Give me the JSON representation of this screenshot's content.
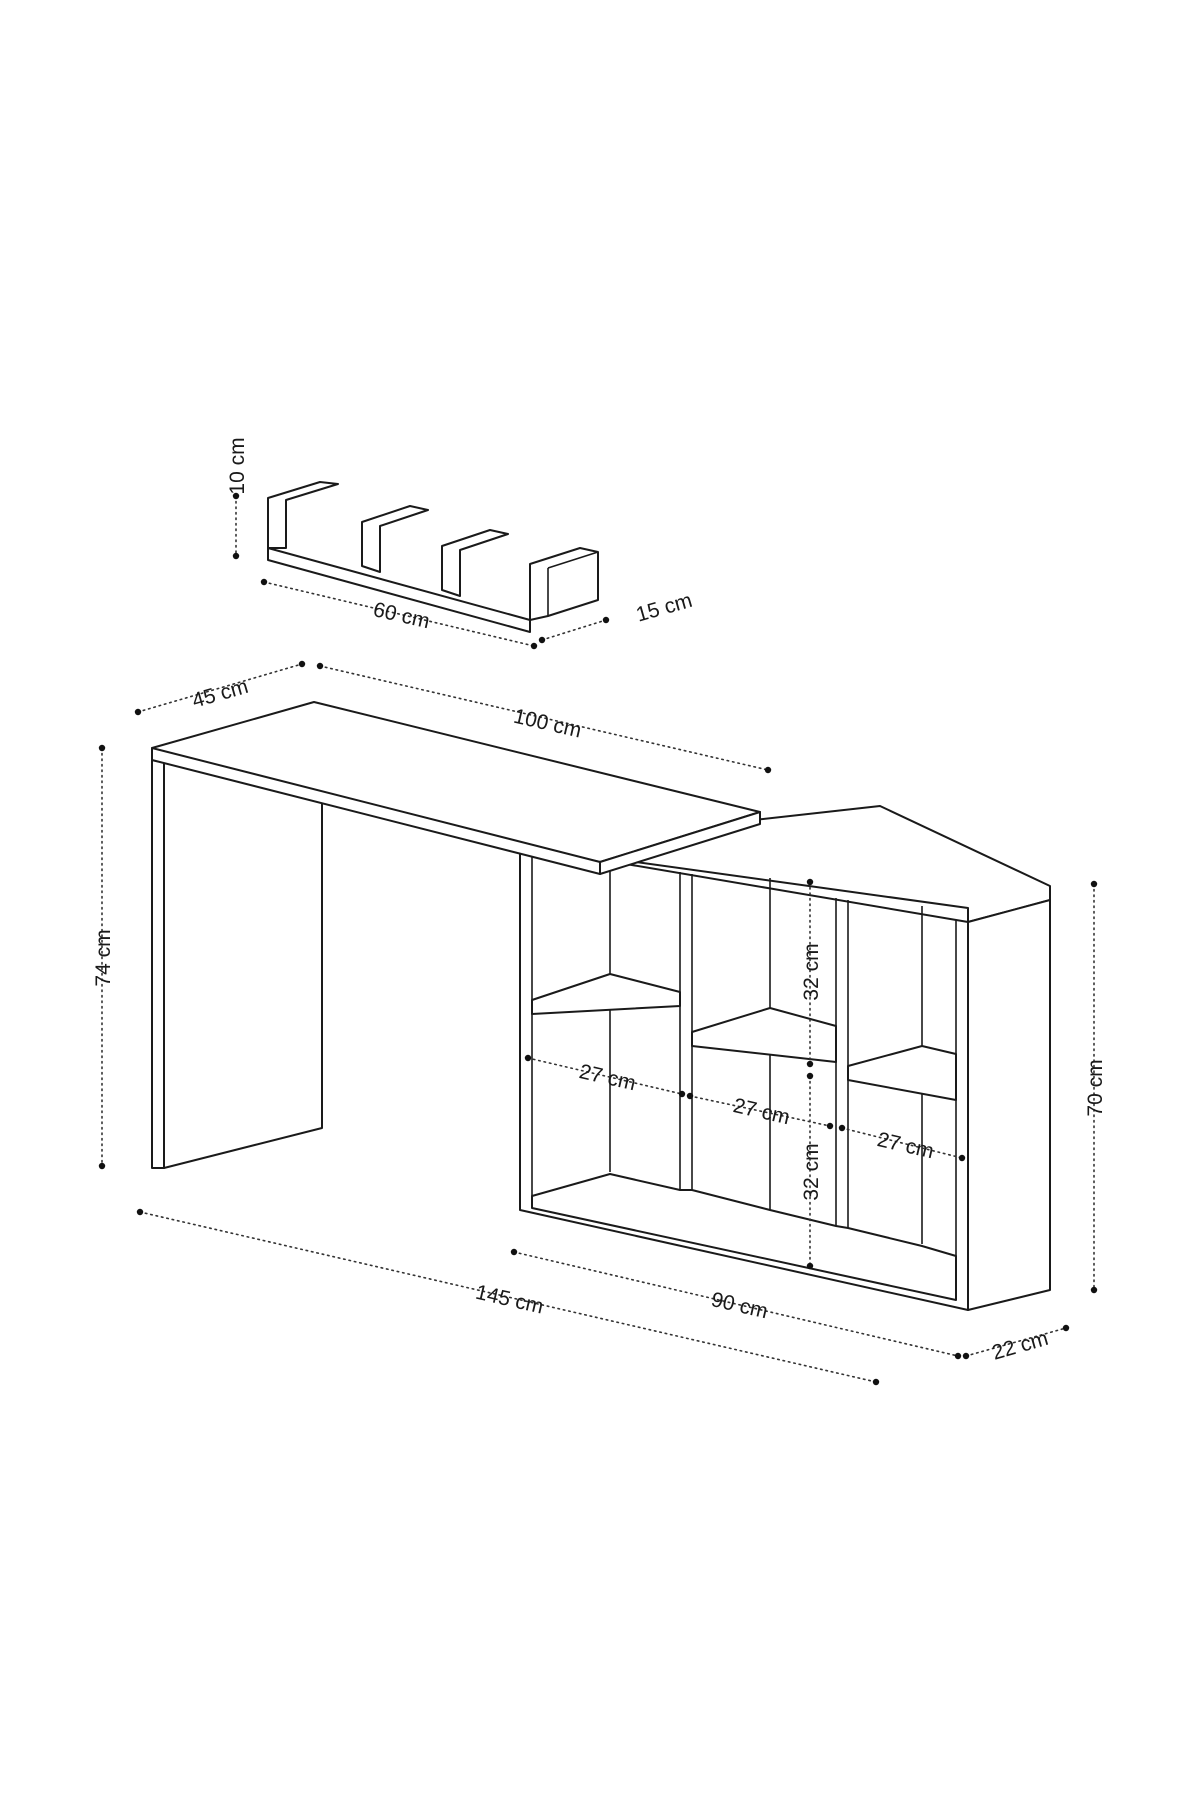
{
  "dimensions": {
    "shelf_height": "10 cm",
    "shelf_width": "60 cm",
    "shelf_depth": "15 cm",
    "desk_depth": "45 cm",
    "desk_top_width": "100 cm",
    "desk_height": "74 cm",
    "cabinet_height": "70 cm",
    "compartment_height_upper": "32 cm",
    "compartment_height_lower": "32 cm",
    "compartment_width_left": "27 cm",
    "compartment_width_middle": "27 cm",
    "compartment_width_right": "27 cm",
    "overall_width": "145 cm",
    "cabinet_width": "90 cm",
    "cabinet_depth": "22 cm"
  }
}
